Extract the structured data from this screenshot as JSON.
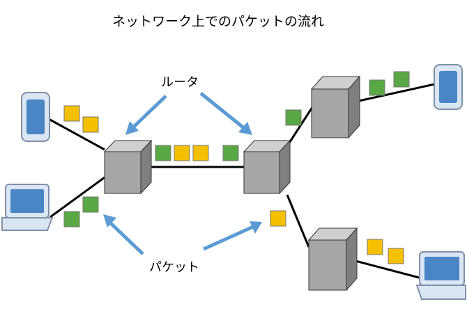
{
  "title": "ネットワーク上でのパケットの流れ",
  "labels": {
    "router": "ルータ",
    "packet": "パケット"
  },
  "colors": {
    "packet_green": "#5aa845",
    "packet_yellow": "#f5c000",
    "arrow": "#5b9bd5",
    "router_front": "#a6a6a6",
    "router_top": "#cfcfcf",
    "router_side": "#7f7f7f",
    "device_screen": "#4a86c5",
    "device_body": "#dbe6f4"
  },
  "icons": [
    "tablet-icon",
    "laptop-icon",
    "router-icon",
    "packet-icon"
  ]
}
